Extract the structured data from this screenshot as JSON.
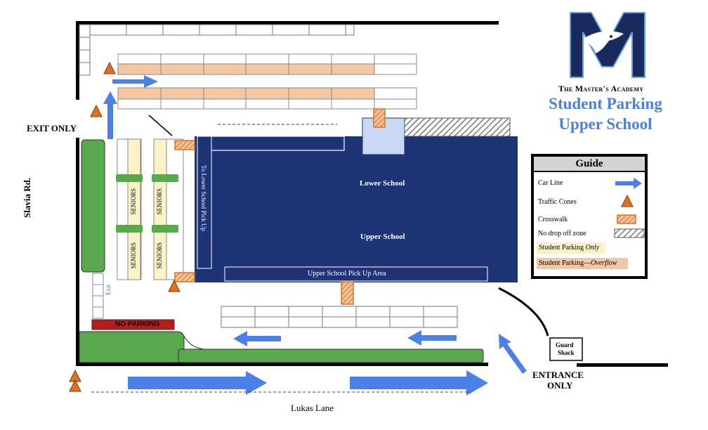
{
  "title": {
    "logo_caption": "The Master's Academy",
    "line1": "Student Parking",
    "line2": "Upper School"
  },
  "roads": {
    "left": "Slavia Rd.",
    "bottom": "Lukas Lane"
  },
  "signs": {
    "exit_only": "EXIT ONLY",
    "entrance_only_line1": "ENTRANCE",
    "entrance_only_line2": "ONLY",
    "guard_shack_line1": "Guard",
    "guard_shack_line2": "Shack",
    "no_parking": "NO PARKING",
    "exit": "Exit"
  },
  "building": {
    "lower_school": "Lower School",
    "upper_school": "Upper School",
    "pickup_area": "Upper School Pick Up Area",
    "to_lower_pickup": "To Lower School Pick Up"
  },
  "seniors": [
    "SENIORS",
    "SENIORS",
    "SENIORS",
    "SENIORS"
  ],
  "guide": {
    "heading": "Guide",
    "items": [
      {
        "label": "Car Line",
        "icon": "arrow-icon"
      },
      {
        "label": "Traffic Cones",
        "icon": "cone-icon"
      },
      {
        "label": "Crosswalk",
        "icon": "crosswalk-icon"
      },
      {
        "label": "No drop off zone",
        "icon": "hatched-zone-icon"
      }
    ],
    "student_only": {
      "label": "Student Parking",
      "emphasis": "Only"
    },
    "student_overflow": {
      "label": "Student Parking—",
      "emphasis": "Overflow"
    }
  },
  "colors": {
    "building_navy": "#1f3477",
    "arrow_blue": "#4a80e8",
    "grass_green": "#5aa84e",
    "cone_orange": "#e3701f",
    "overflow_peach": "#f3c6a4",
    "only_cream": "#fbf2c8",
    "no_parking_red": "#b71c1c",
    "title_blue": "#4a80e0"
  }
}
